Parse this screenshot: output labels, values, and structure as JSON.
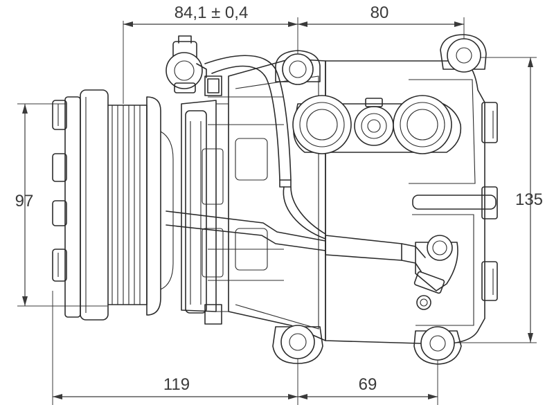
{
  "dimensions": {
    "top_left": "84,1 ± 0,4",
    "top_right": "80",
    "left_height": "97",
    "right_height": "135",
    "bottom_left": "119",
    "bottom_right": "69"
  },
  "icons": [
    "compressor-drawing",
    "pulley-icon",
    "mounting-hole-icon",
    "port-fitting-icon",
    "connector-icon",
    "hose-icon"
  ],
  "colors": {
    "line": "#2b2b2b",
    "dimension": "#3a3a3a",
    "background": "#ffffff"
  }
}
